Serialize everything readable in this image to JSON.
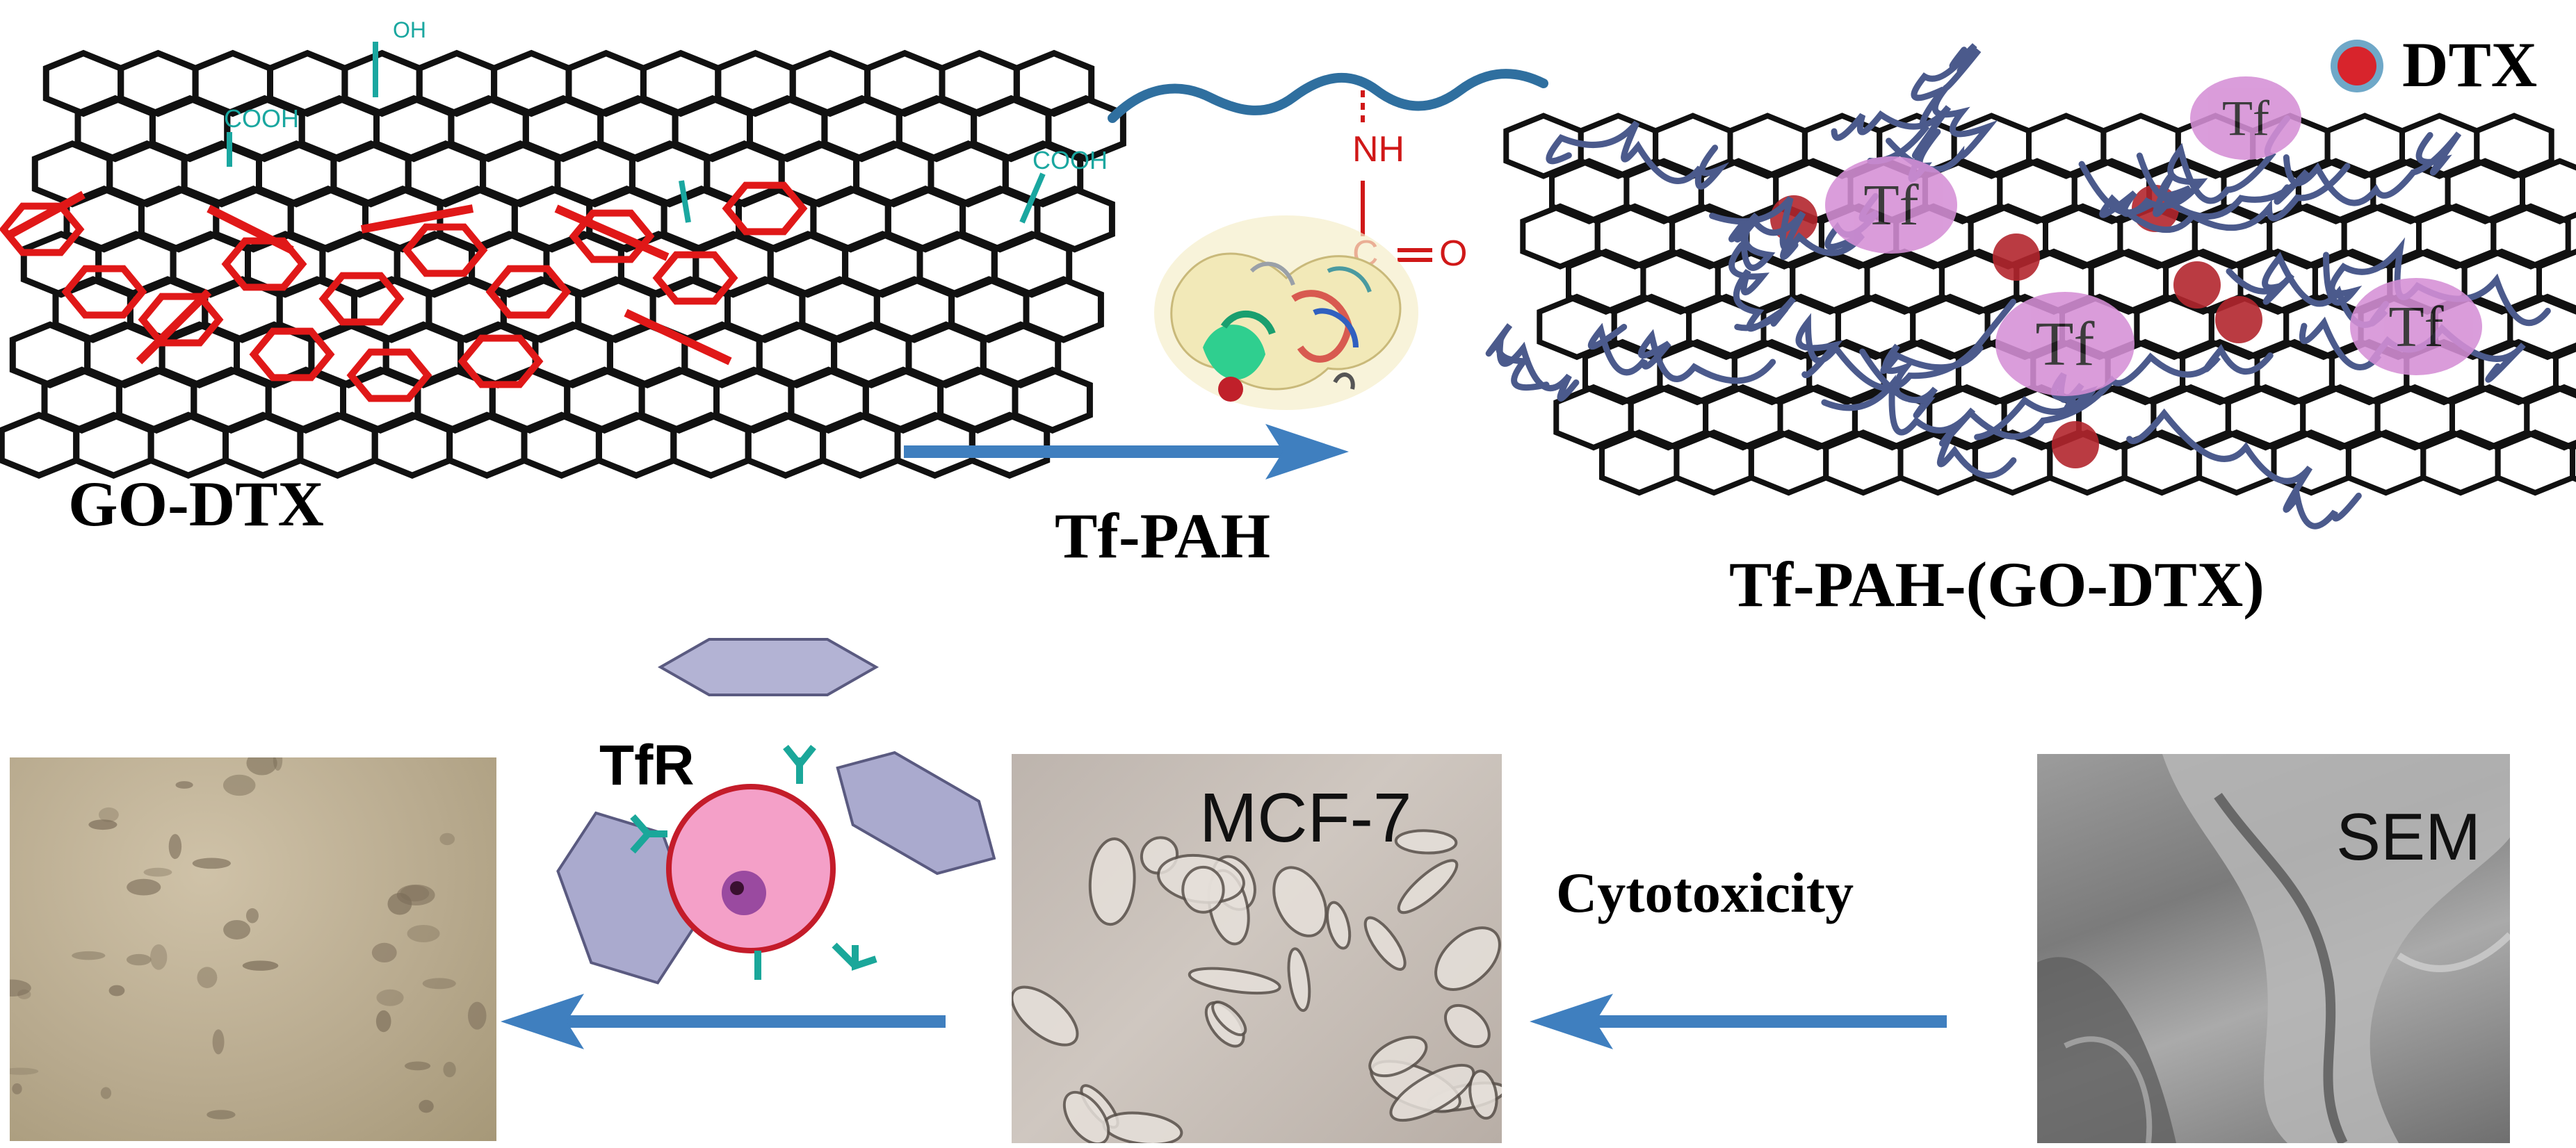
{
  "labels": {
    "go_dtx": "GO-DTX",
    "tf_pah": "Tf-PAH",
    "tf_pah_go_dtx": "Tf-PAH-(GO-DTX)",
    "dtx_legend": "DTX",
    "cytotoxicity": "Cytotoxicity",
    "mcf7": "MCF-7",
    "sem": "SEM",
    "tfr": "TfR",
    "tf": "Tf"
  },
  "chem": {
    "cooh": "COOH",
    "oh": "OH",
    "nh": "NH",
    "c": "C",
    "o": "O"
  },
  "colors": {
    "arrow_blue": "#3f7fbf",
    "graphene_black": "#111111",
    "drug_red": "#e01818",
    "functional_teal": "#1aa7a0",
    "polymer_navy": "#4b5a8c",
    "tf_pink": "#d58fd6",
    "dtx_red": "#c0262e",
    "cell_pink": "#f4a0c8",
    "cell_border": "#c41c2a"
  }
}
